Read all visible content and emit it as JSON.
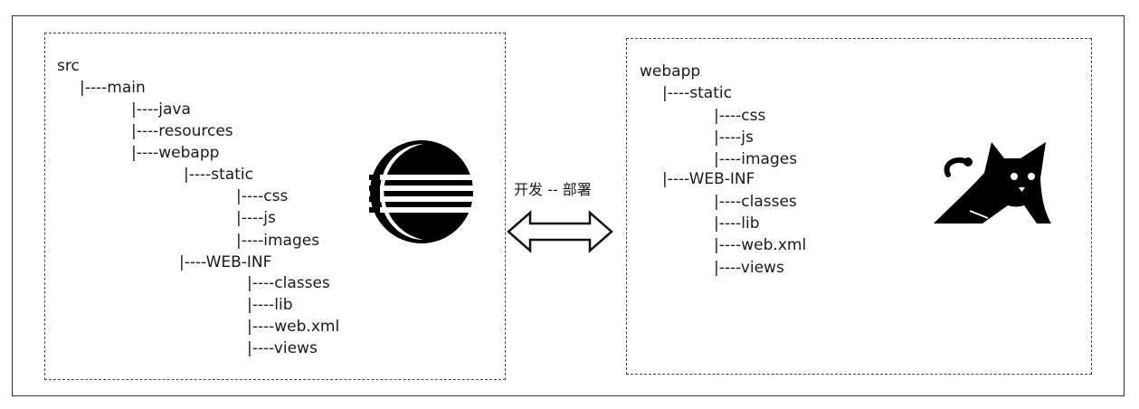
{
  "left_tree": [
    {
      "text": "src"
    },
    {
      "text": "|----main"
    },
    {
      "text": "|----java"
    },
    {
      "text": "|----resources"
    },
    {
      "text": "|----webapp"
    },
    {
      "text": "|----static"
    },
    {
      "text": "|----css"
    },
    {
      "text": "|----js"
    },
    {
      "text": "|----images"
    },
    {
      "text": "|----WEB-INF"
    },
    {
      "text": "|----classes"
    },
    {
      "text": "|----lib"
    },
    {
      "text": "|----web.xml"
    },
    {
      "text": "|----views"
    }
  ],
  "right_tree": [
    {
      "text": "webapp"
    },
    {
      "text": "|----static"
    },
    {
      "text": "|----css"
    },
    {
      "text": "|----js"
    },
    {
      "text": "|----images"
    },
    {
      "text": "|----WEB-INF"
    },
    {
      "text": "|----classes"
    },
    {
      "text": "|----lib"
    },
    {
      "text": "|----web.xml"
    },
    {
      "text": "|----views"
    }
  ],
  "middle": {
    "label": "开发 -- 部署"
  },
  "icons": {
    "left": "eclipse-logo-icon",
    "right": "tomcat-logo-icon",
    "arrow": "double-arrow-icon"
  }
}
